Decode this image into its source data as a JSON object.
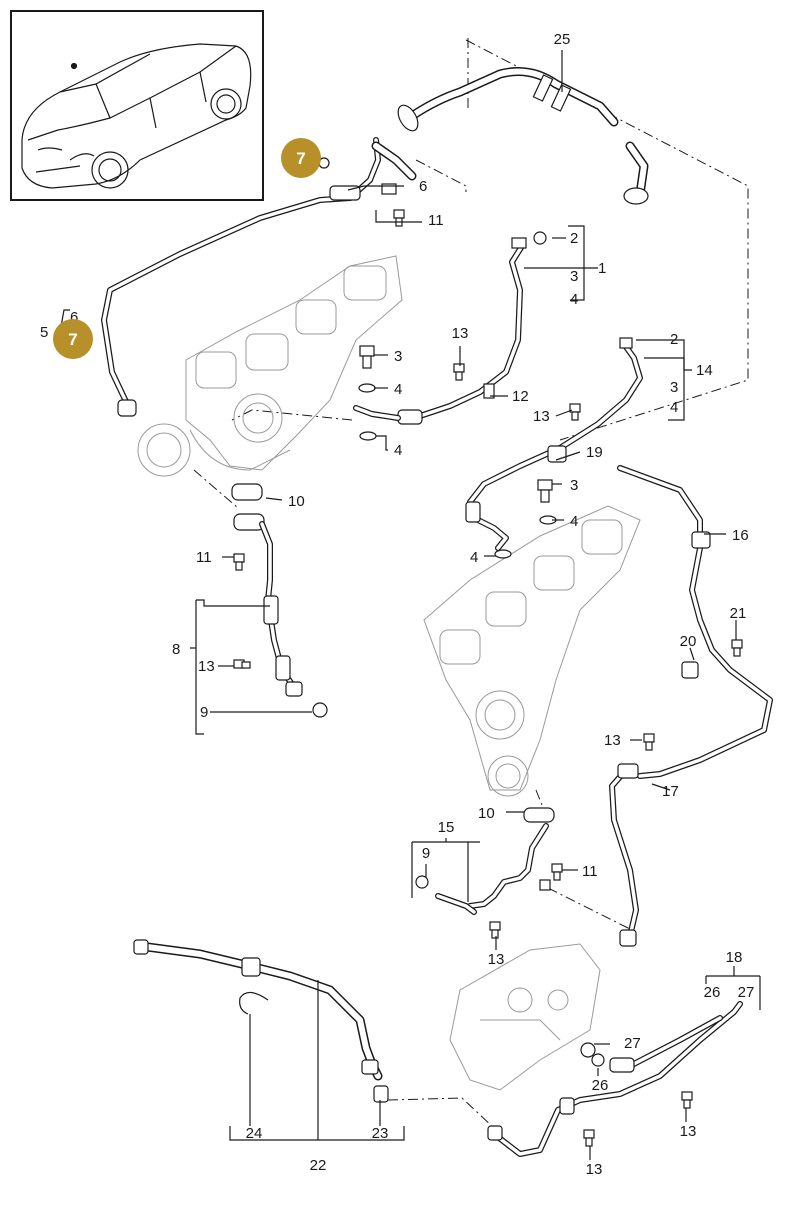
{
  "callouts": {
    "color": "#b8902a",
    "top_label": "7",
    "left_label": "7"
  },
  "labels": {
    "l25": "25",
    "l6": "6",
    "l11a": "11",
    "l2a": "2",
    "l1": "1",
    "l3a": "3",
    "l4a": "4",
    "l5": "5",
    "l6b": "6",
    "l3b": "3",
    "l4b": "4",
    "l4c": "4",
    "l13a": "13",
    "l12": "12",
    "l2b": "2",
    "l14": "14",
    "l3c": "3",
    "l4d": "4",
    "l13b": "13",
    "l19": "19",
    "l3d": "3",
    "l4e": "4",
    "l4f": "4",
    "l16": "16",
    "l10a": "10",
    "l11b": "11",
    "l8": "8",
    "l13c": "13",
    "l9a": "9",
    "l21": "21",
    "l20": "20",
    "l13d": "13",
    "l17": "17",
    "l10b": "10",
    "l15": "15",
    "l9b": "9",
    "l11c": "11",
    "l13e": "13",
    "l18": "18",
    "l26a": "26",
    "l27a": "27",
    "l27b": "27",
    "l26b": "26",
    "l24": "24",
    "l23": "23",
    "l22": "22",
    "l13f": "13",
    "l13g": "13"
  }
}
